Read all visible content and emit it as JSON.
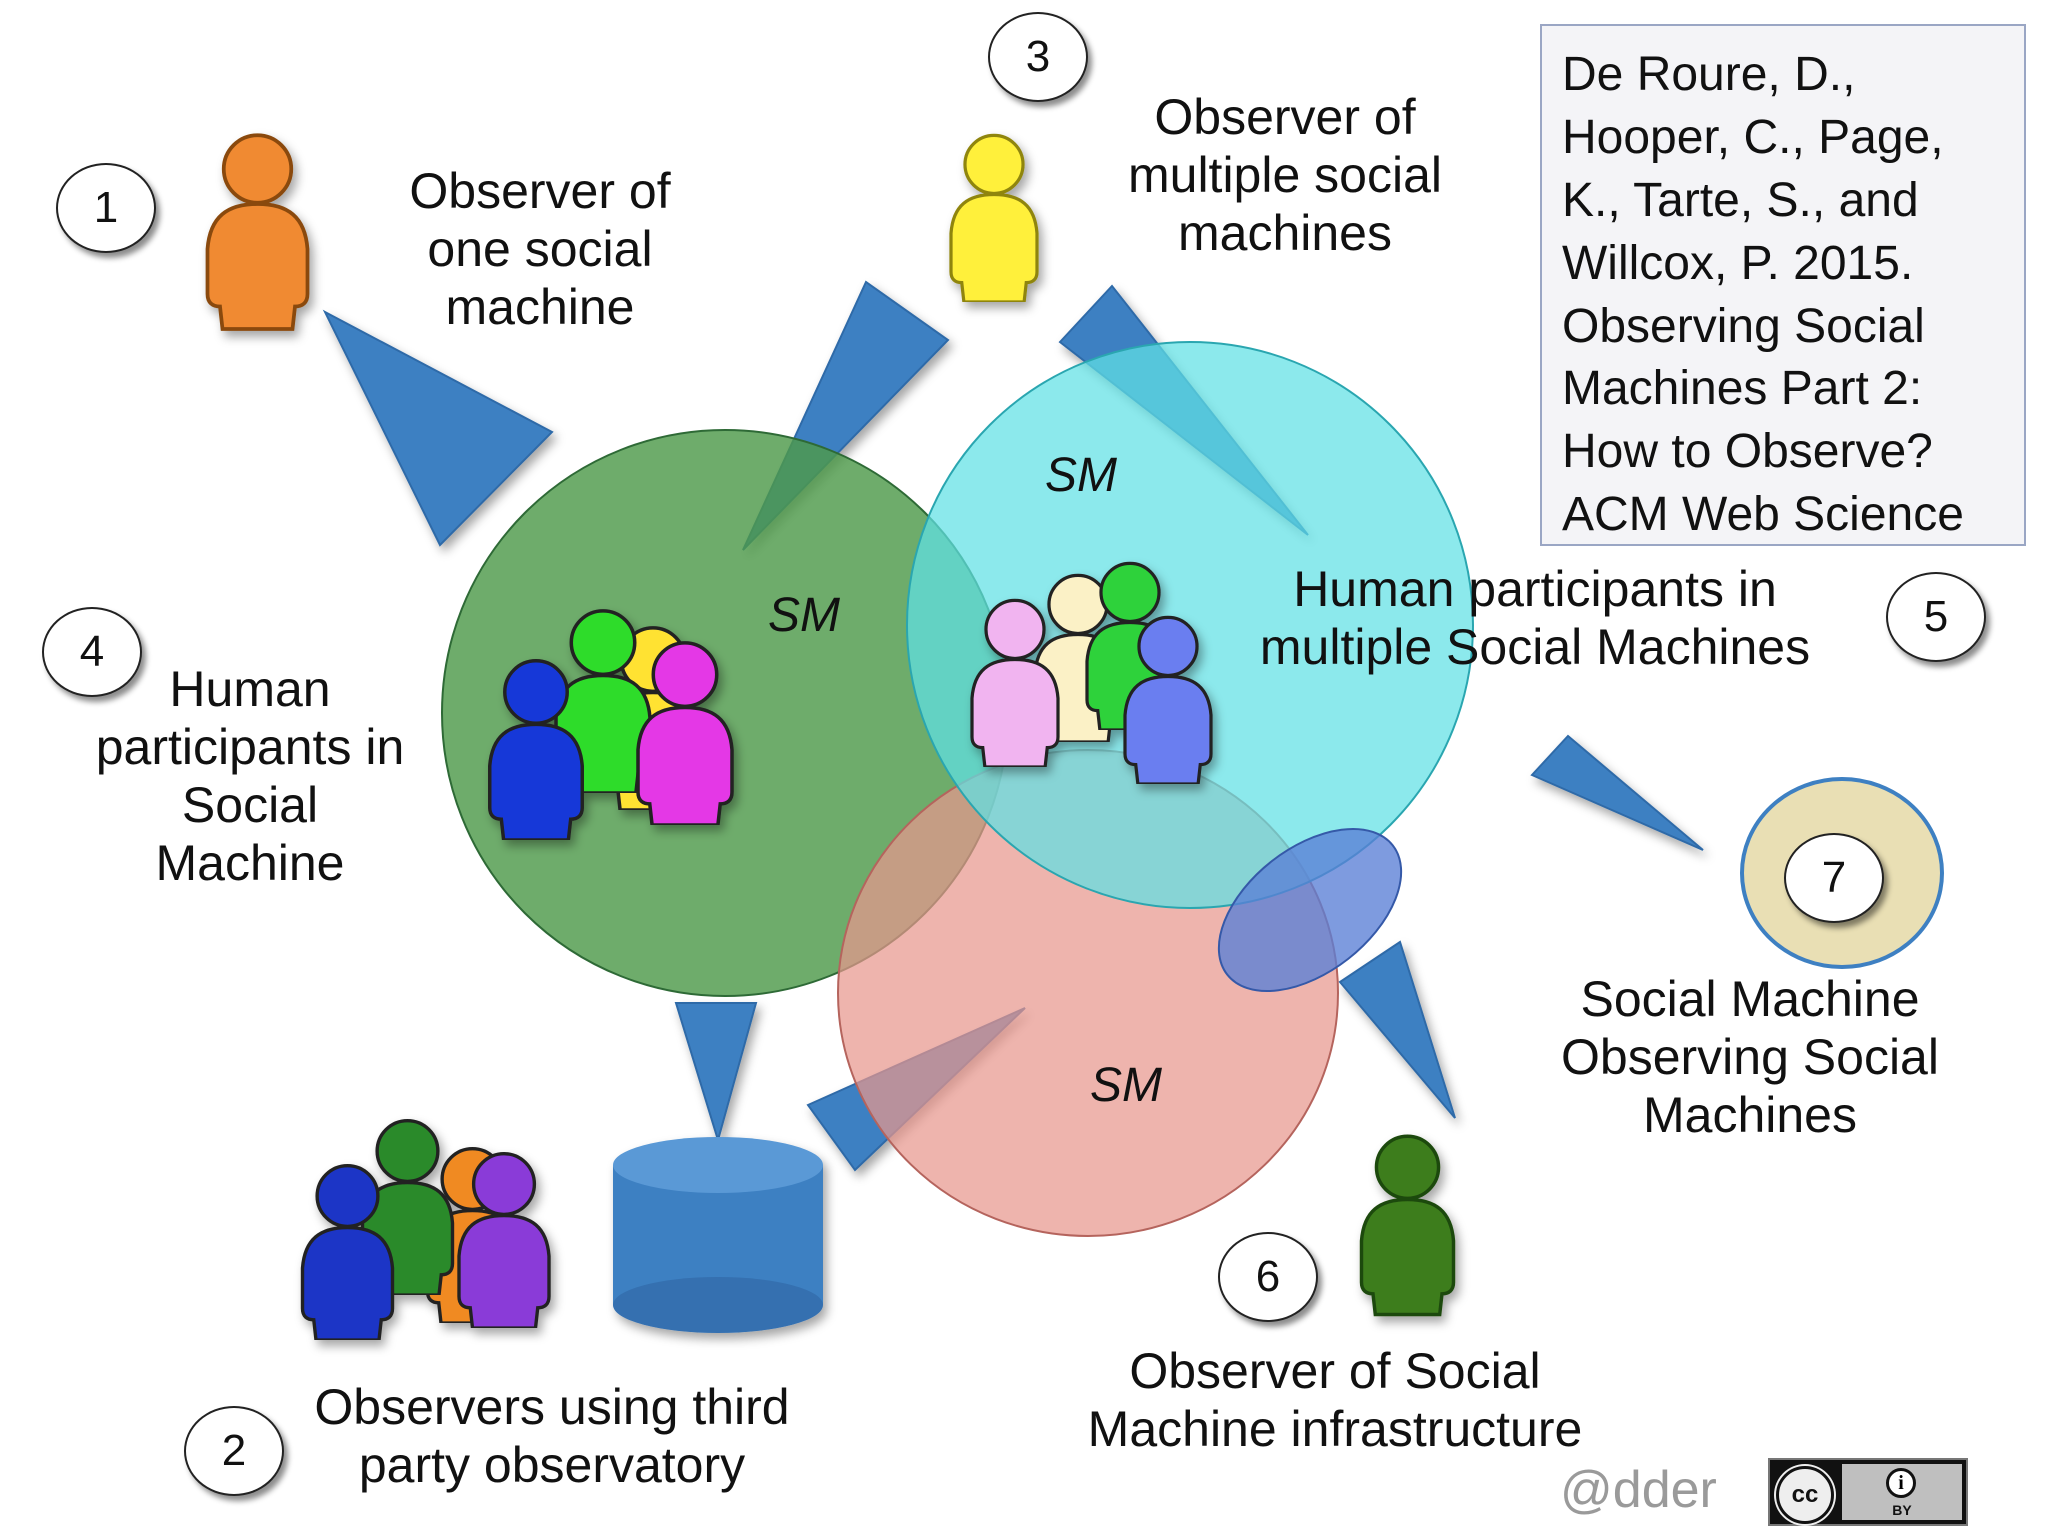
{
  "labels": {
    "observer_one": "Observer of\none social\nmachine",
    "observer_multiple": "Observer of\nmultiple social\nmachines",
    "human_participants": "Human\nparticipants in\nSocial\nMachine",
    "human_multiple": "Human participants in\nmultiple Social Machines",
    "sm_observing": "Social Machine\nObserving Social\nMachines",
    "infrastructure": "Observer of Social\nMachine infrastructure",
    "third_party": "Observers using third\nparty observatory"
  },
  "sm_label": "SM",
  "numbers": [
    "1",
    "2",
    "3",
    "4",
    "5",
    "6",
    "7"
  ],
  "reference": "De Roure, D.,\nHooper, C., Page,\nK., Tarte, S., and\nWillcox, P.  2015.\nObserving Social\nMachines Part 2:\nHow to Observe?\nACM Web Science",
  "handle": "@dder",
  "license": {
    "logo": "cc",
    "attribution": "BY"
  },
  "colors": {
    "green_circle": "#4e9a4a",
    "cyan_circle": "#5fe0e4",
    "salmon_circle": "#e8978e",
    "arrow_blue": "#3e80c2",
    "infra_ellipse": "#5a7fd6",
    "observatory_disk": "#e9dfb4"
  }
}
